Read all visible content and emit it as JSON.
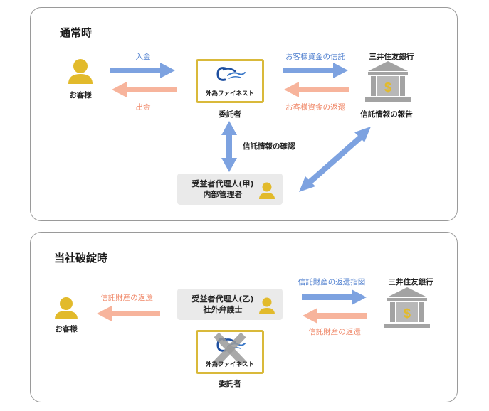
{
  "normal": {
    "title": "通常時",
    "customer_label": "お客様",
    "deposit_label": "入金",
    "withdraw_label": "出金",
    "company_logo_text": "外為ファイネスト",
    "company_role": "委託者",
    "trust_out_label": "お客様資金の信託",
    "trust_return_label": "お客様資金の返還",
    "bank_name": "三井住友銀行",
    "bank_report_label": "信託情報の報告",
    "confirm_label": "信託情報の確認",
    "agent_line1": "受益者代理人(甲)",
    "agent_line2": "内部管理者"
  },
  "bankruptcy": {
    "title": "当社破綻時",
    "customer_label": "お客様",
    "return_to_customer_label": "信託財産の返還",
    "agent_line1": "受益者代理人(乙)",
    "agent_line2": "社外弁護士",
    "instruction_label": "信託財産の返還指図",
    "bank_return_label": "信託財産の返還",
    "bank_name": "三井住友銀行",
    "company_logo_text": "外為ファイネスト",
    "company_role": "委託者"
  },
  "colors": {
    "blue_arrow": "#7da2e0",
    "salmon_arrow": "#f7b49c",
    "person": "#e2ba2b",
    "bank": "#a3a3a3",
    "logo_border": "#d9b93a"
  },
  "icons": [
    "person-icon",
    "bank-icon",
    "company-logo-icon",
    "cross-icon",
    "dollar-icon"
  ]
}
